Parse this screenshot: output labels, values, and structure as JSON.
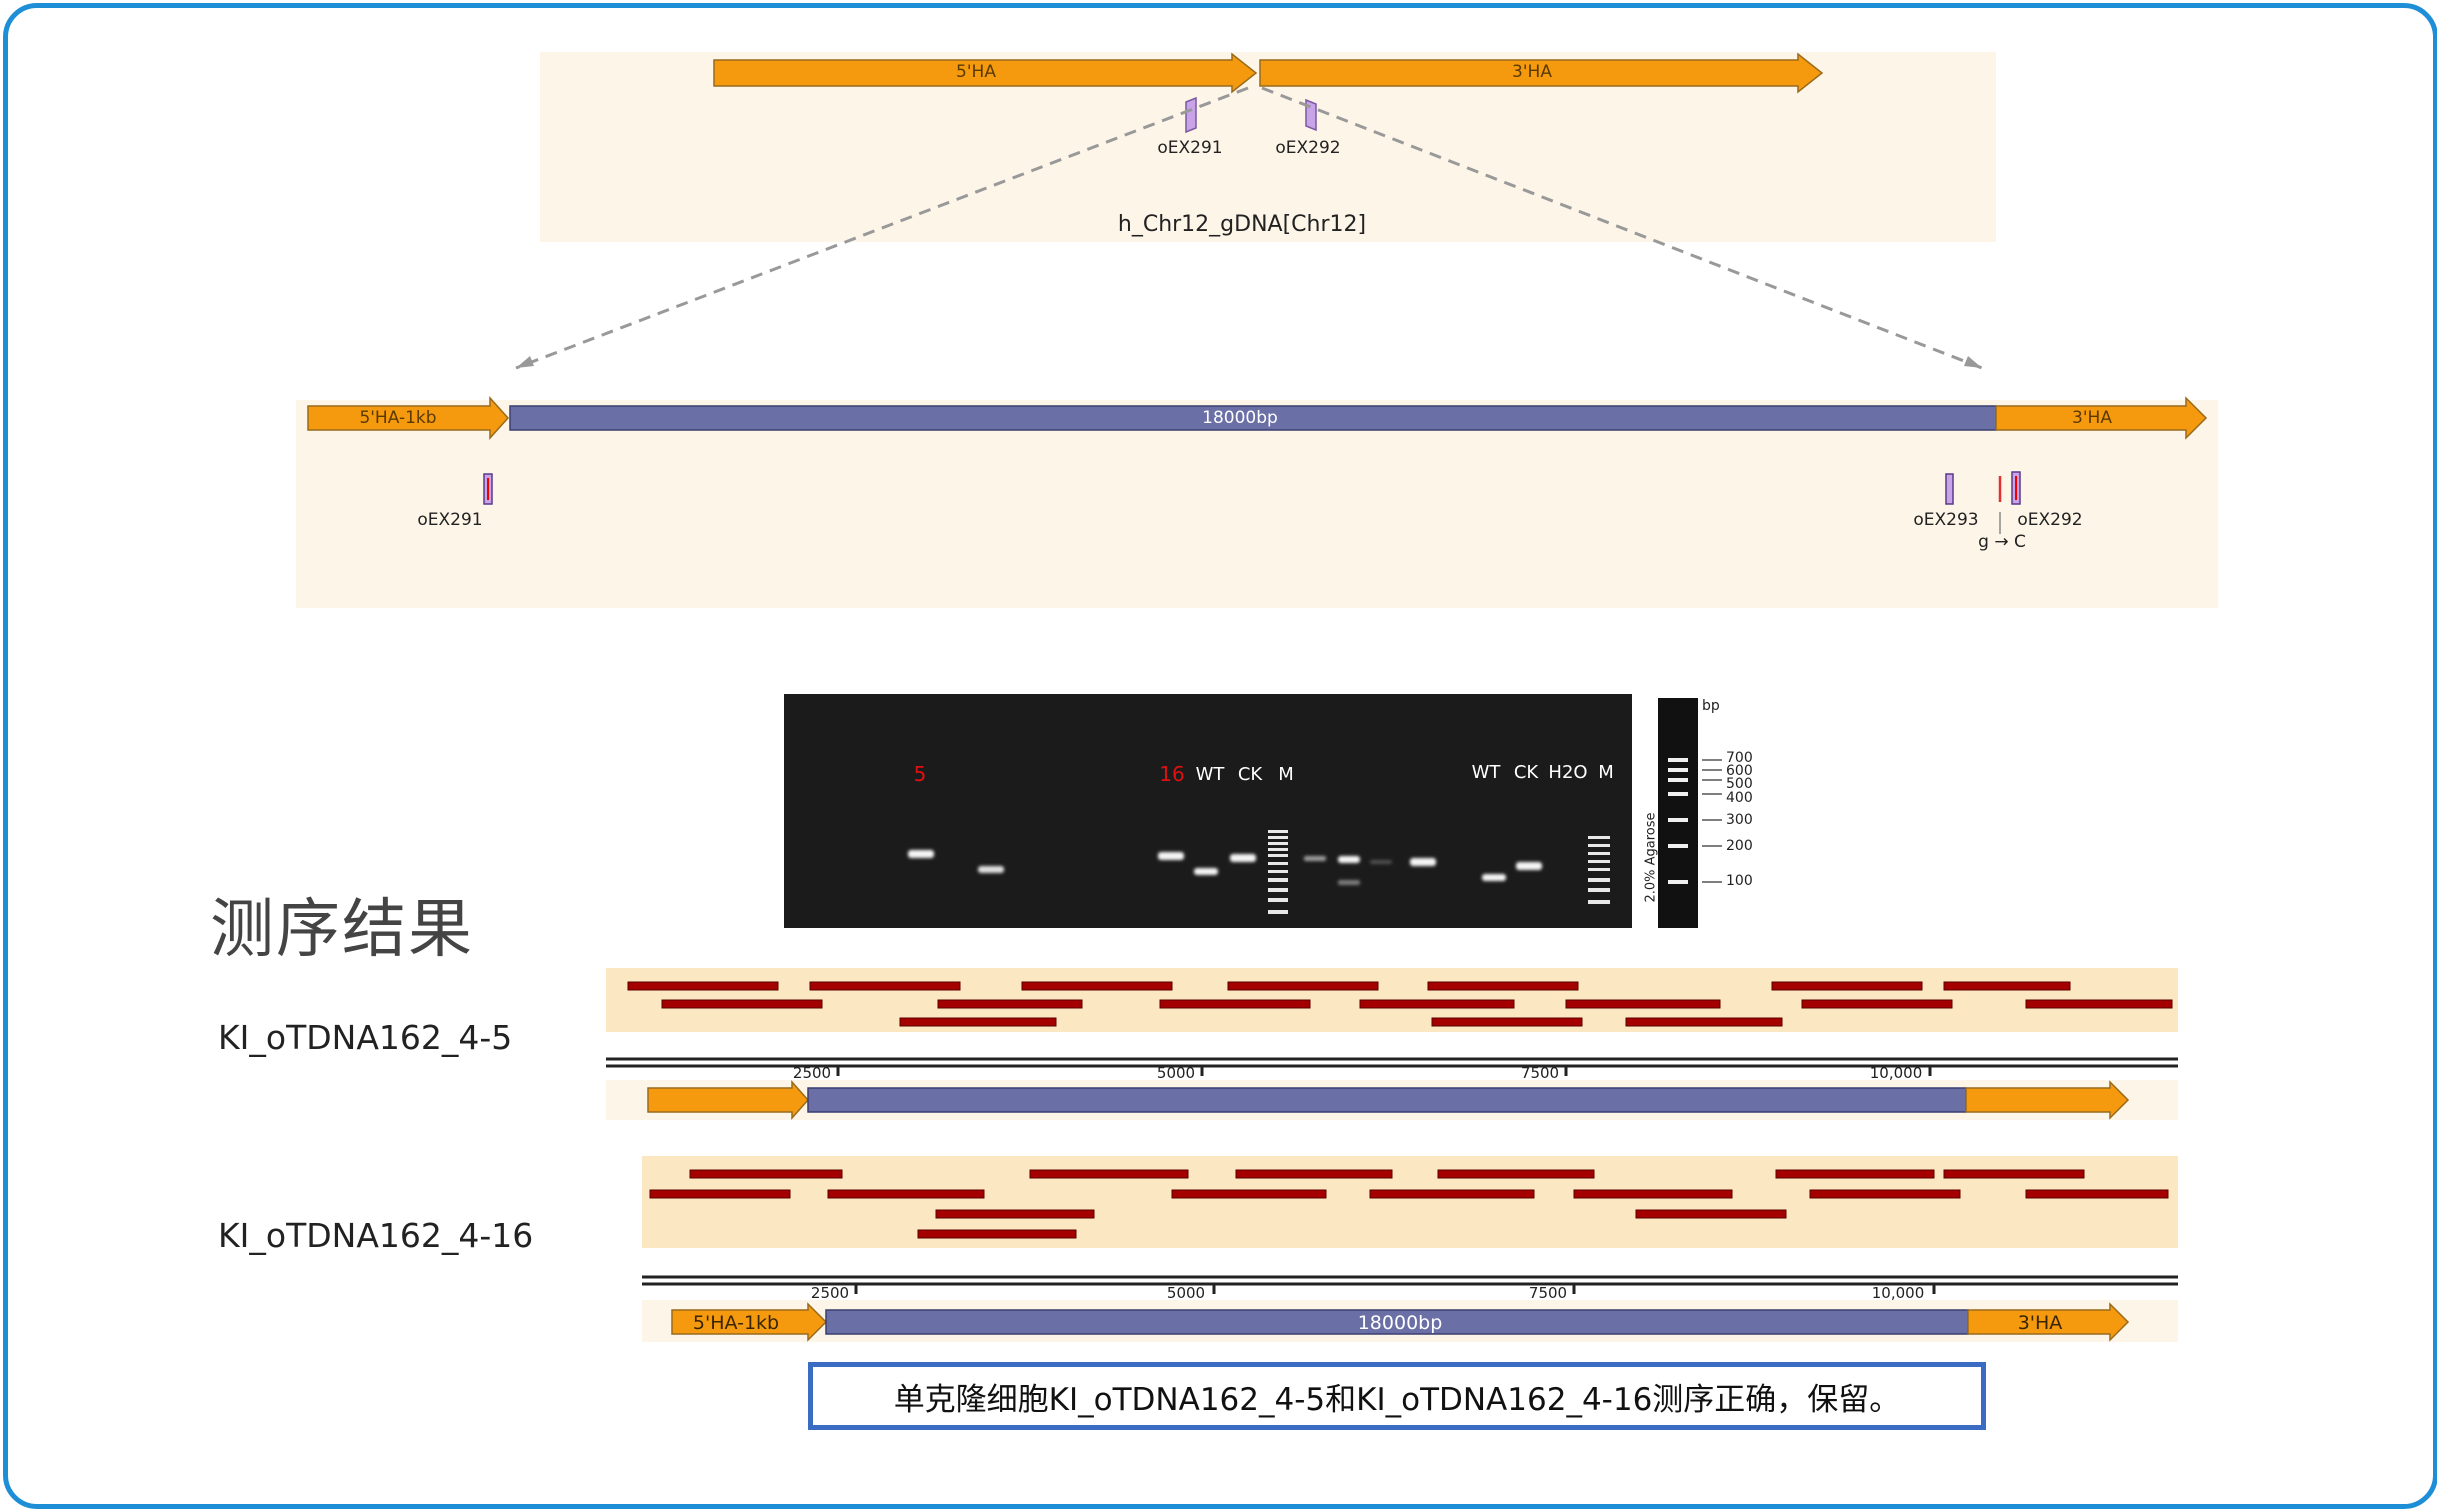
{
  "top_map": {
    "arrow_left": "5'HA",
    "arrow_right": "3'HA",
    "primer1": "oEX291",
    "primer2": "oEX292",
    "caption": "h_Chr12_gDNA[Chr12]"
  },
  "construct": {
    "left_arm": "5'HA-1kb",
    "insert": "18000bp",
    "right_arm": "3'HA",
    "primer_left": "oEX291",
    "primer_mid": "oEX293",
    "primer_right": "oEX292",
    "snp": "g → C"
  },
  "gel": {
    "lane_labels_1": [
      "5",
      "16",
      "WT",
      "CK",
      "M"
    ],
    "lane_labels_2": [
      "WT",
      "CK",
      "H2O",
      "M"
    ],
    "ladder_unit": "bp",
    "ladder_values": [
      "700",
      "600",
      "500",
      "400",
      "300",
      "200",
      "100"
    ],
    "agarose": "2.0% Agarose"
  },
  "section_title": "测序结果",
  "samples": [
    {
      "name": "KI_oTDNA162_4-5"
    },
    {
      "name": "KI_oTDNA162_4-16"
    }
  ],
  "ruler_ticks": [
    "2500",
    "5000",
    "7500",
    "10,000"
  ],
  "bottom_construct": {
    "left_arm": "5'HA-1kb",
    "insert": "18000bp",
    "right_arm": "3'HA"
  },
  "conclusion": "单克隆细胞KI_oTDNA162_4-5和KI_oTDNA162_4-16测序正确，保留。",
  "colors": {
    "frame": "#1e8fd6",
    "arm": "#f59a0e",
    "insert": "#6a6fa6",
    "read": "#a50000",
    "primer": "#c9a3e8",
    "note_border": "#3a6cc4"
  }
}
